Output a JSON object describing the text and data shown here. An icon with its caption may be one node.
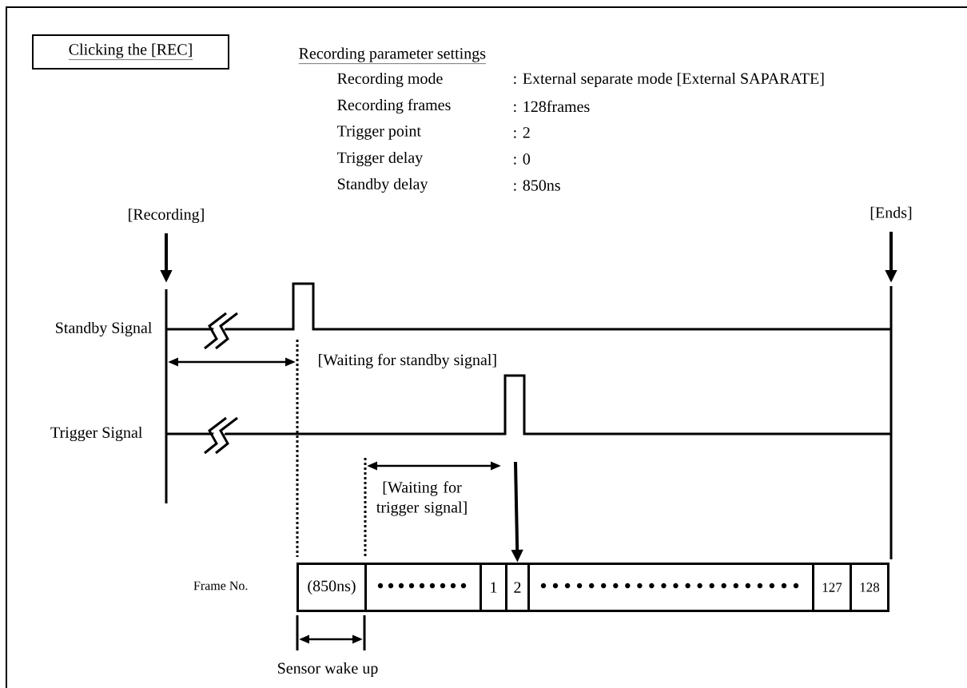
{
  "diagram": {
    "nodes": [
      {
        "text": [
          "Clicking the [REC]"
        ]
      },
      {
        "text": [
          "(850ns)"
        ]
      },
      {
        "text": [],
        "shape": "box"
      },
      {
        "text": [
          "1"
        ]
      },
      {
        "text": [
          "2"
        ]
      },
      {
        "text": [],
        "shape": "box"
      },
      {
        "text": [
          "127"
        ]
      },
      {
        "text": [
          "128"
        ]
      }
    ],
    "edges": [
      {
        "from": null,
        "to": 4,
        "arrow": "to"
      }
    ],
    "labels": [
      "Recording parameter settings",
      "Recording mode",
      ": External separate mode [External SAPARATE]",
      "Recording frames",
      ": 128frames",
      "Trigger point",
      ": 2",
      "Trigger delay",
      ": 0",
      "Standby delay",
      ": 850ns",
      "[Recording]",
      "[Ends]",
      "Standby Signal",
      "Trigger Signal",
      "[Waiting for standby signal]",
      "[Waiting for trigger signal]",
      "Frame No.",
      "Sensor wake up"
    ]
  }
}
